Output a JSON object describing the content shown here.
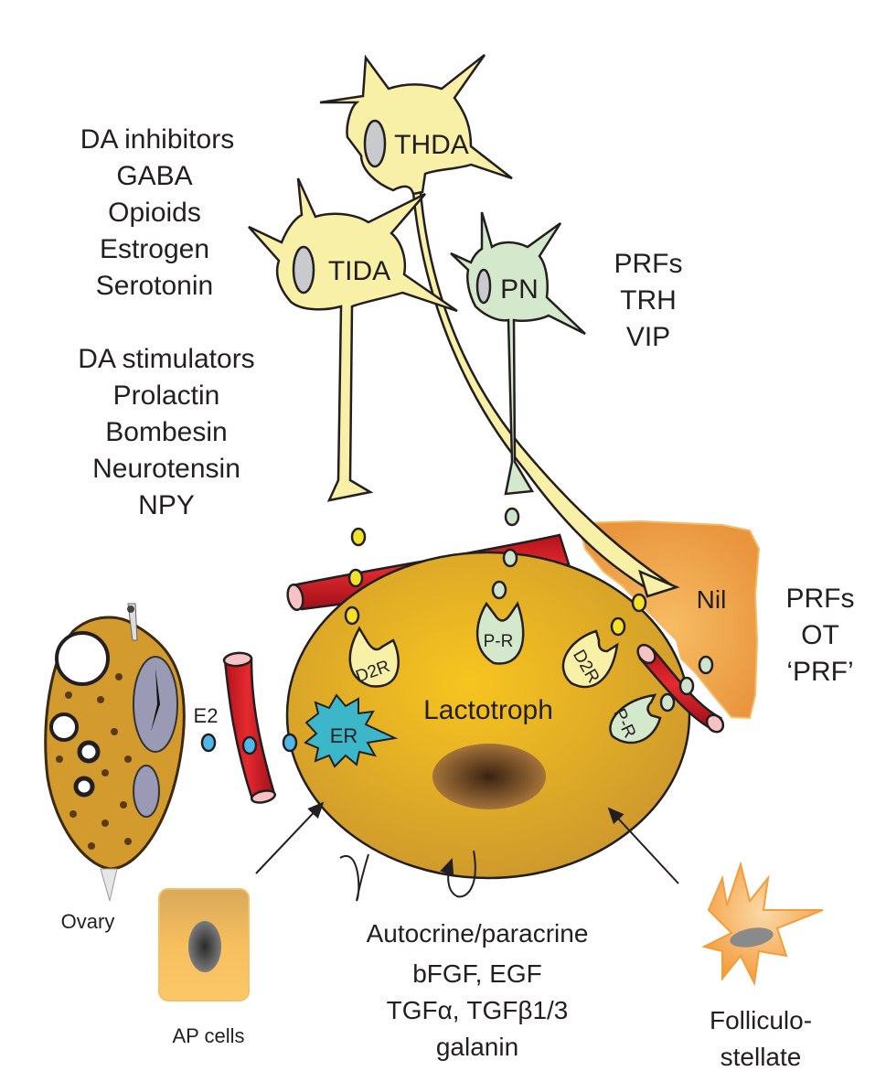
{
  "cells": {
    "thda": "THDA",
    "tida": "TIDA",
    "pn": "PN",
    "nil": "Nil",
    "lactotroph": "Lactotroph",
    "ovary": "Ovary",
    "ap_cells": "AP cells",
    "folliculostellate": [
      "Folliculo-",
      "stellate"
    ]
  },
  "receptors": {
    "d2r": "D2R",
    "pr": "P-R",
    "er": "ER"
  },
  "hormone_e2": "E2",
  "inhibitors": [
    "DA inhibitors",
    "GABA",
    "Opioids",
    "Estrogen",
    "Serotonin"
  ],
  "stimulators": [
    "DA stimulators",
    "Prolactin",
    "Bombesin",
    "Neurotensin",
    "NPY"
  ],
  "prfs_pn": [
    "PRFs",
    "TRH",
    "VIP"
  ],
  "prfs_nil": [
    "PRFs",
    "OT",
    "‘PRF’"
  ],
  "autocrine": [
    "Autocrine/paracrine",
    "bFGF, EGF",
    "TGFα, TGFβ1/3",
    "galanin"
  ],
  "colors": {
    "neuron_yellow": "#f8f0a6",
    "neuron_green": "#d4e8cc",
    "vessel_red": "#d41f26",
    "vessel_end": "#f6c2c4",
    "lactotroph": "#d9a227",
    "nil_orange": "#f2a950",
    "er_teal": "#3cb7c9",
    "e2_blue": "#4fb8e8",
    "dopamine_dot": "#f4e12a",
    "prf_dot": "#cfe3cd"
  }
}
